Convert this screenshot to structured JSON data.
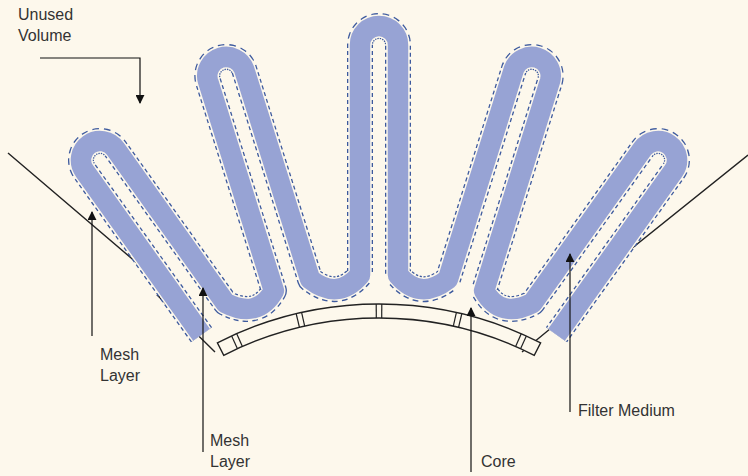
{
  "diagram": {
    "labels": [
      "Unused Volume",
      "Mesh Layer",
      "Mesh Layer",
      "Core",
      "Filter Medium"
    ]
  }
}
